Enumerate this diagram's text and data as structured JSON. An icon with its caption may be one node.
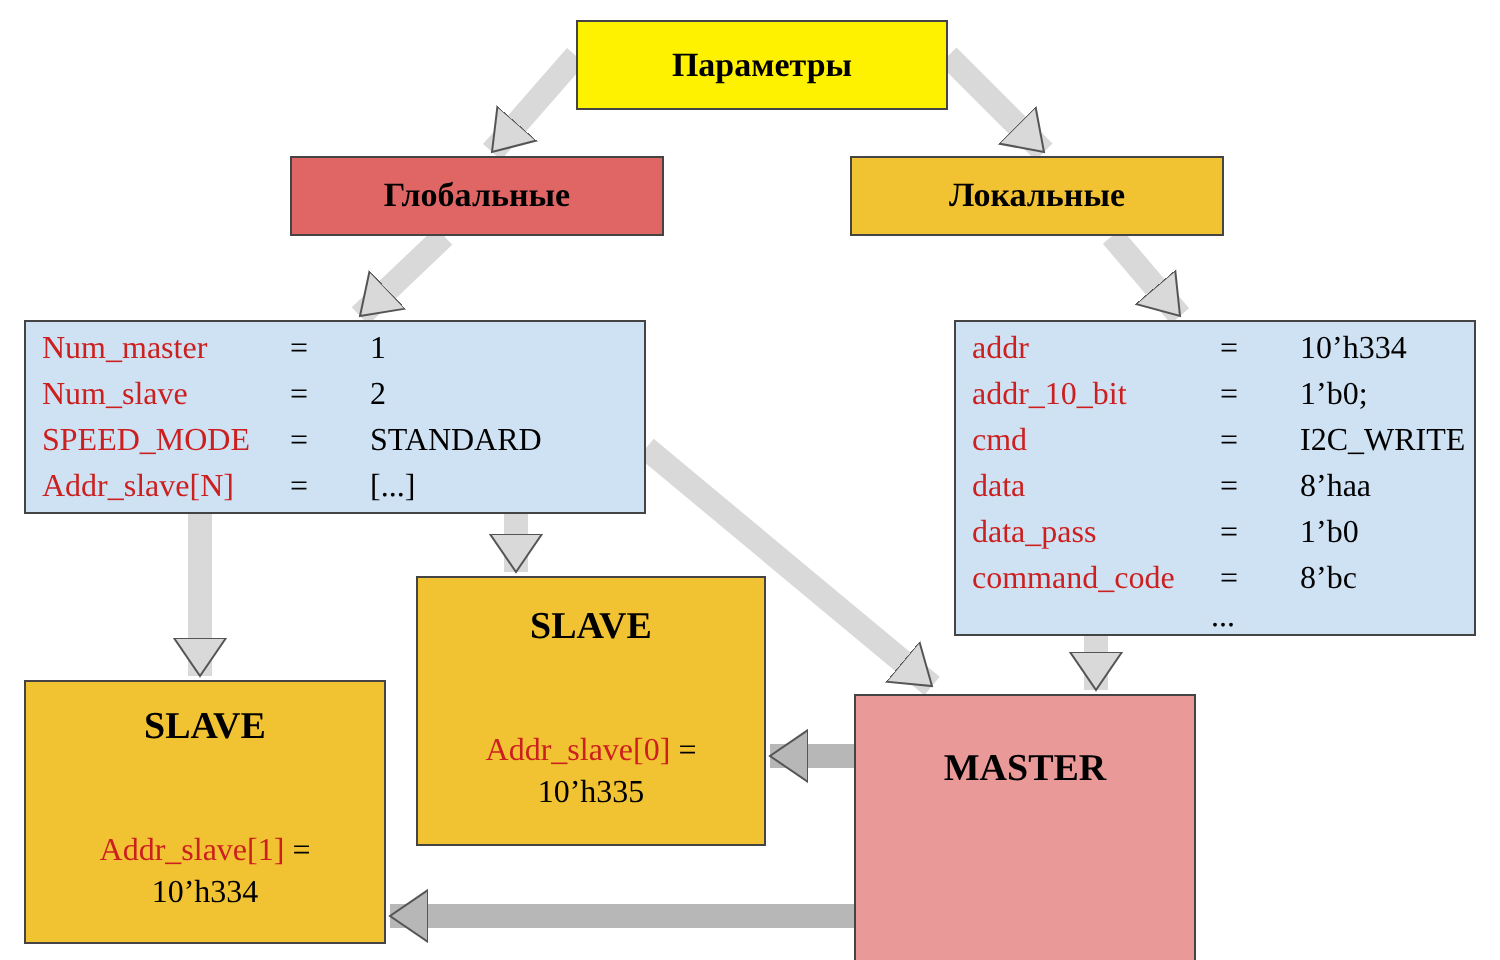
{
  "diagram": {
    "nodes": [
      {
        "text": [
          "Параметры"
        ]
      },
      {
        "text": [
          "Глобальные"
        ]
      },
      {
        "text": [
          "Локальные"
        ]
      },
      {
        "text": [
          "Num_master",
          "=",
          "1",
          "Num_slave",
          "=",
          "2",
          "SPEED_MODE",
          "=",
          "STANDARD",
          "Addr_slave[N]",
          "=",
          "[...]"
        ]
      },
      {
        "text": [
          "addr",
          "=",
          "10’h334",
          "addr_10_bit",
          "=",
          "1’b0;",
          "cmd",
          "=",
          "I2C_WRITE",
          "data",
          "=",
          "8’haa",
          "data_pass",
          "=",
          "1’b0",
          "command_code",
          "=",
          "8’bc",
          "..."
        ]
      },
      {
        "text": [
          "SLAVE",
          "Addr_slave[0]",
          "=",
          "10’h335"
        ]
      },
      {
        "text": [
          "SLAVE",
          "Addr_slave[1]",
          "=",
          "10’h334"
        ]
      },
      {
        "text": [
          "MASTER"
        ]
      }
    ],
    "edges": [
      {
        "from": 0,
        "to": 1,
        "arrow": "to"
      },
      {
        "from": 0,
        "to": 2,
        "arrow": "to"
      },
      {
        "from": 1,
        "to": 3,
        "arrow": "to"
      },
      {
        "from": 2,
        "to": 4,
        "arrow": "to"
      },
      {
        "from": 3,
        "to": 6,
        "arrow": "to"
      },
      {
        "from": 3,
        "to": 5,
        "arrow": "to"
      },
      {
        "from": 3,
        "to": 7,
        "arrow": "to"
      },
      {
        "from": 4,
        "to": 7,
        "arrow": "to"
      },
      {
        "from": 7,
        "to": 5,
        "arrow": "to",
        "color": "#b7b7b7"
      },
      {
        "from": 7,
        "to": 6,
        "arrow": "to",
        "color": "#b7b7b7"
      }
    ]
  }
}
